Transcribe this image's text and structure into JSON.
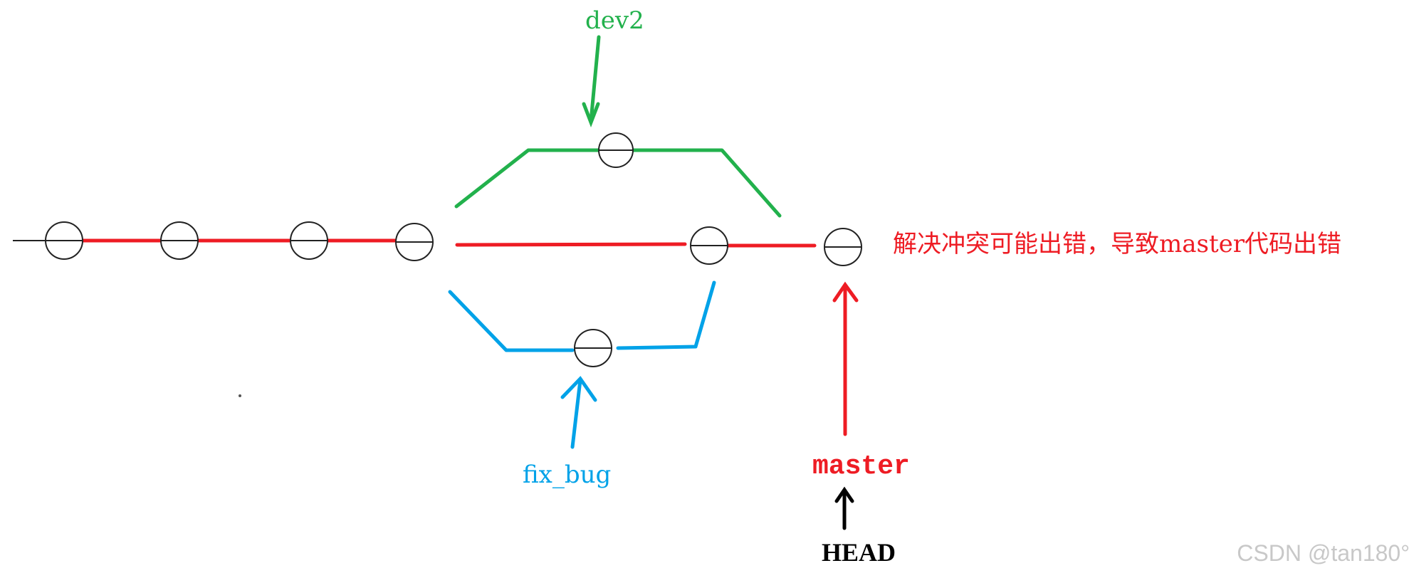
{
  "title": "Git branch merge conflict diagram",
  "colors": {
    "master": "#ee1c24",
    "dev2": "#22b14c",
    "fix_bug": "#00a2e8",
    "head": "#000000",
    "commit_outline": "#222222",
    "watermark": "#c8c8c8"
  },
  "branches": {
    "dev2": {
      "label": "dev2"
    },
    "fix_bug": {
      "label": "fix_bug"
    },
    "master": {
      "label": "master"
    },
    "head": {
      "label": "HEAD"
    }
  },
  "annotation": {
    "text": "解决冲突可能出错，导致master代码出错"
  },
  "commits": [
    {
      "id": "c1",
      "branch": "master"
    },
    {
      "id": "c2",
      "branch": "master"
    },
    {
      "id": "c3",
      "branch": "master"
    },
    {
      "id": "c4",
      "branch": "master"
    },
    {
      "id": "c5",
      "branch": "dev2"
    },
    {
      "id": "c6",
      "branch": "fix_bug"
    },
    {
      "id": "c7",
      "branch": "master"
    },
    {
      "id": "c8",
      "branch": "master"
    }
  ],
  "watermark": {
    "text": "CSDN @tan180°"
  }
}
